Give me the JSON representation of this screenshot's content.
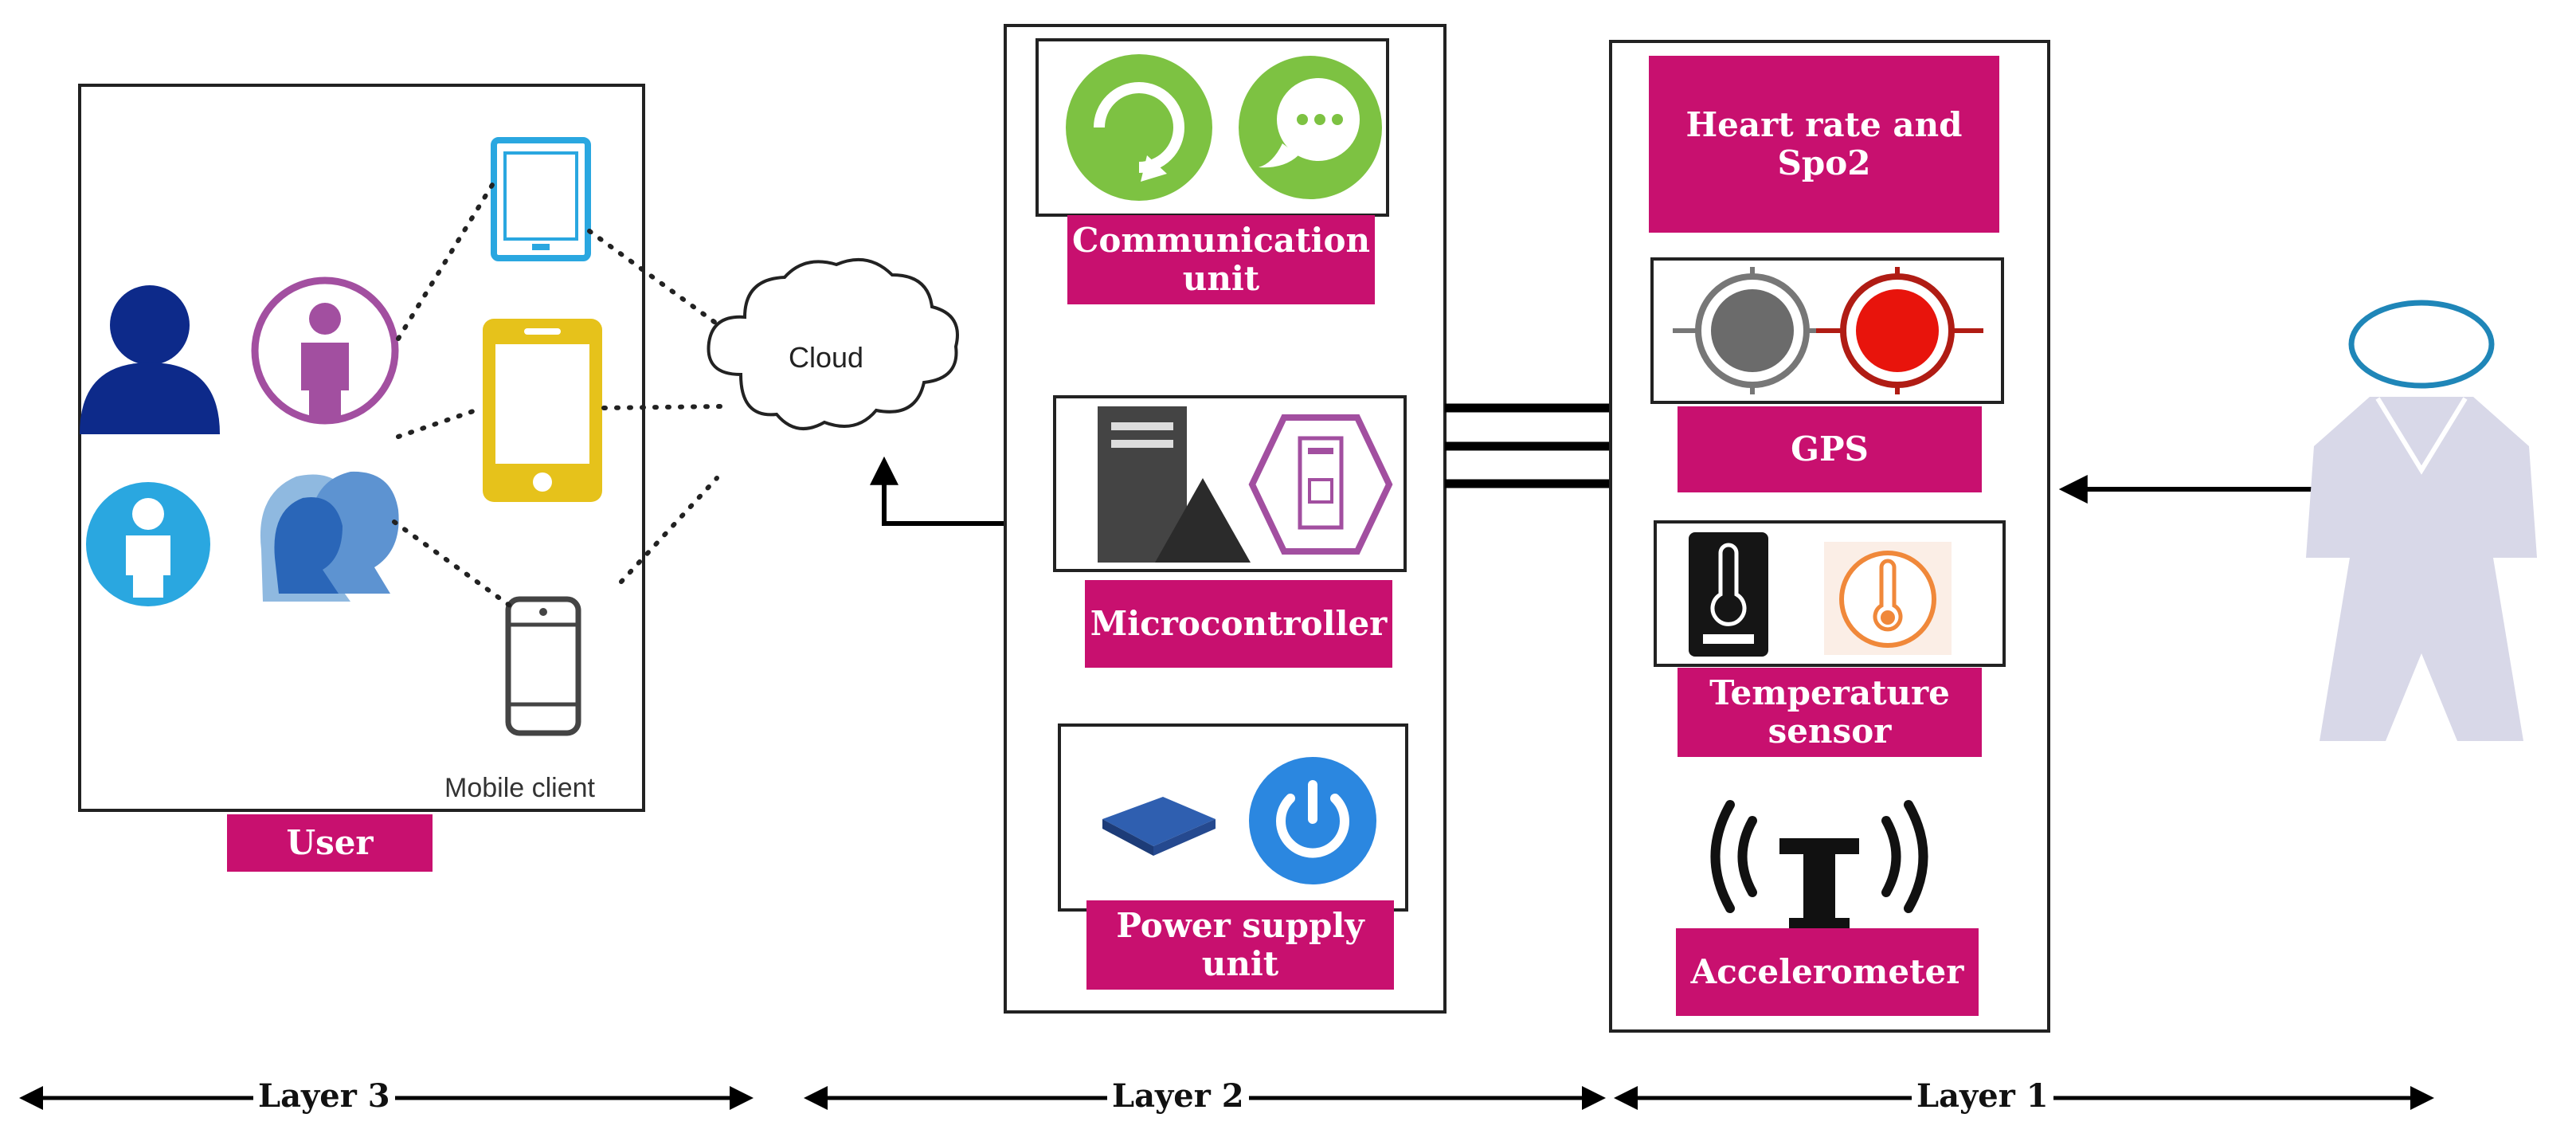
{
  "layer3": {
    "panel_label": "User",
    "cloud_label": "Cloud",
    "mobile_client_label": "Mobile client",
    "icons": [
      "user-dark-icon",
      "user-circle-purple-icon",
      "user-circle-blue-icon",
      "user-group-icon",
      "tablet-icon",
      "smartphone-yellow-icon",
      "smartphone-outline-icon",
      "cloud-icon"
    ]
  },
  "layer2": {
    "communication_label": "Communication unit",
    "microcontroller_label": "Microcontroller",
    "power_label": "Power supply unit",
    "icons": [
      "sync-icon",
      "chat-bubble-icon",
      "server-tower-icon",
      "chip-hexagon-icon",
      "circuit-board-icon",
      "power-icon"
    ]
  },
  "layer1": {
    "heart_label": "Heart rate and Spo2",
    "gps_label": "GPS",
    "temperature_label": "Temperature sensor",
    "accelerometer_label": "Accelerometer",
    "icons": [
      "gps-target-gray-icon",
      "gps-target-red-icon",
      "thermometer-dark-icon",
      "thermometer-orange-icon",
      "antenna-signal-icon",
      "patient-figure-icon"
    ]
  },
  "axis": {
    "layer3": "Layer 3",
    "layer2": "Layer 2",
    "layer1": "Layer 1"
  },
  "colors": {
    "label_bg": "#c8106f",
    "green": "#7dc242",
    "purple": "#a24fa0",
    "blue": "#2aa7e0",
    "yellow": "#e6c21b",
    "red": "#e8140c",
    "patient": "#d8d8e8"
  }
}
